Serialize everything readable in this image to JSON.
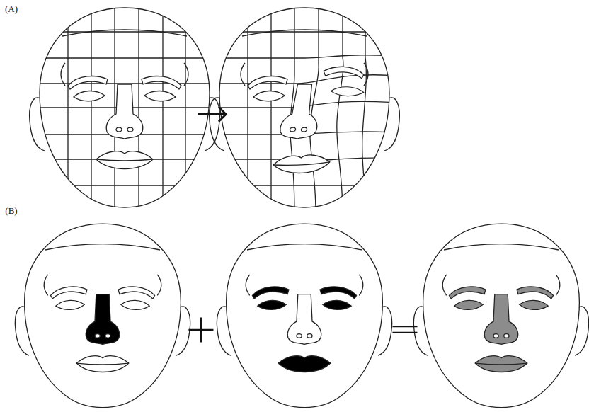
{
  "diagram": {
    "labels": [
      "(A)",
      "(B)",
      "→",
      "+",
      "="
    ]
  }
}
